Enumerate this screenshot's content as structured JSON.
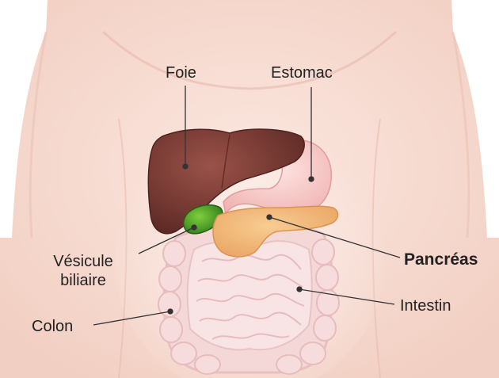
{
  "labels": {
    "foie": "Foie",
    "estomac": "Estomac",
    "vesicule_line1": "Vésicule",
    "vesicule_line2": "biliaire",
    "pancreas": "Pancréas",
    "intestin": "Intestin",
    "colon": "Colon"
  },
  "highlighted": "Pancréas",
  "colors": {
    "skin": "#f7d9cf",
    "liver": "#7a3a33",
    "stomach": "#f6c6c4",
    "gallbladder": "#4c9a2a",
    "pancreas": "#f2b878",
    "intestine": "#f3dede",
    "leader_line": "#333333"
  }
}
